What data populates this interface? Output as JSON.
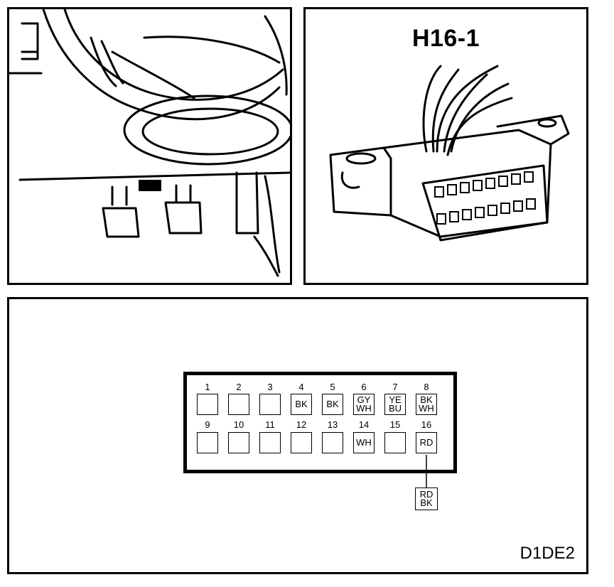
{
  "connector_title": "H16-1",
  "diagram_code": "D1DE2",
  "top_row": [
    {
      "pin": "1",
      "colors": []
    },
    {
      "pin": "2",
      "colors": []
    },
    {
      "pin": "3",
      "colors": []
    },
    {
      "pin": "4",
      "colors": [
        "BK"
      ]
    },
    {
      "pin": "5",
      "colors": [
        "BK"
      ]
    },
    {
      "pin": "6",
      "colors": [
        "GY",
        "WH"
      ]
    },
    {
      "pin": "7",
      "colors": [
        "YE",
        "BU"
      ]
    },
    {
      "pin": "8",
      "colors": [
        "BK",
        "WH"
      ]
    }
  ],
  "bottom_row": [
    {
      "pin": "9",
      "colors": []
    },
    {
      "pin": "10",
      "colors": []
    },
    {
      "pin": "11",
      "colors": []
    },
    {
      "pin": "12",
      "colors": []
    },
    {
      "pin": "13",
      "colors": []
    },
    {
      "pin": "14",
      "colors": [
        "WH"
      ]
    },
    {
      "pin": "15",
      "colors": []
    },
    {
      "pin": "16",
      "colors": [
        "RD"
      ]
    }
  ],
  "external_wire": {
    "from_pin": "16",
    "colors": [
      "RD",
      "BK"
    ]
  }
}
